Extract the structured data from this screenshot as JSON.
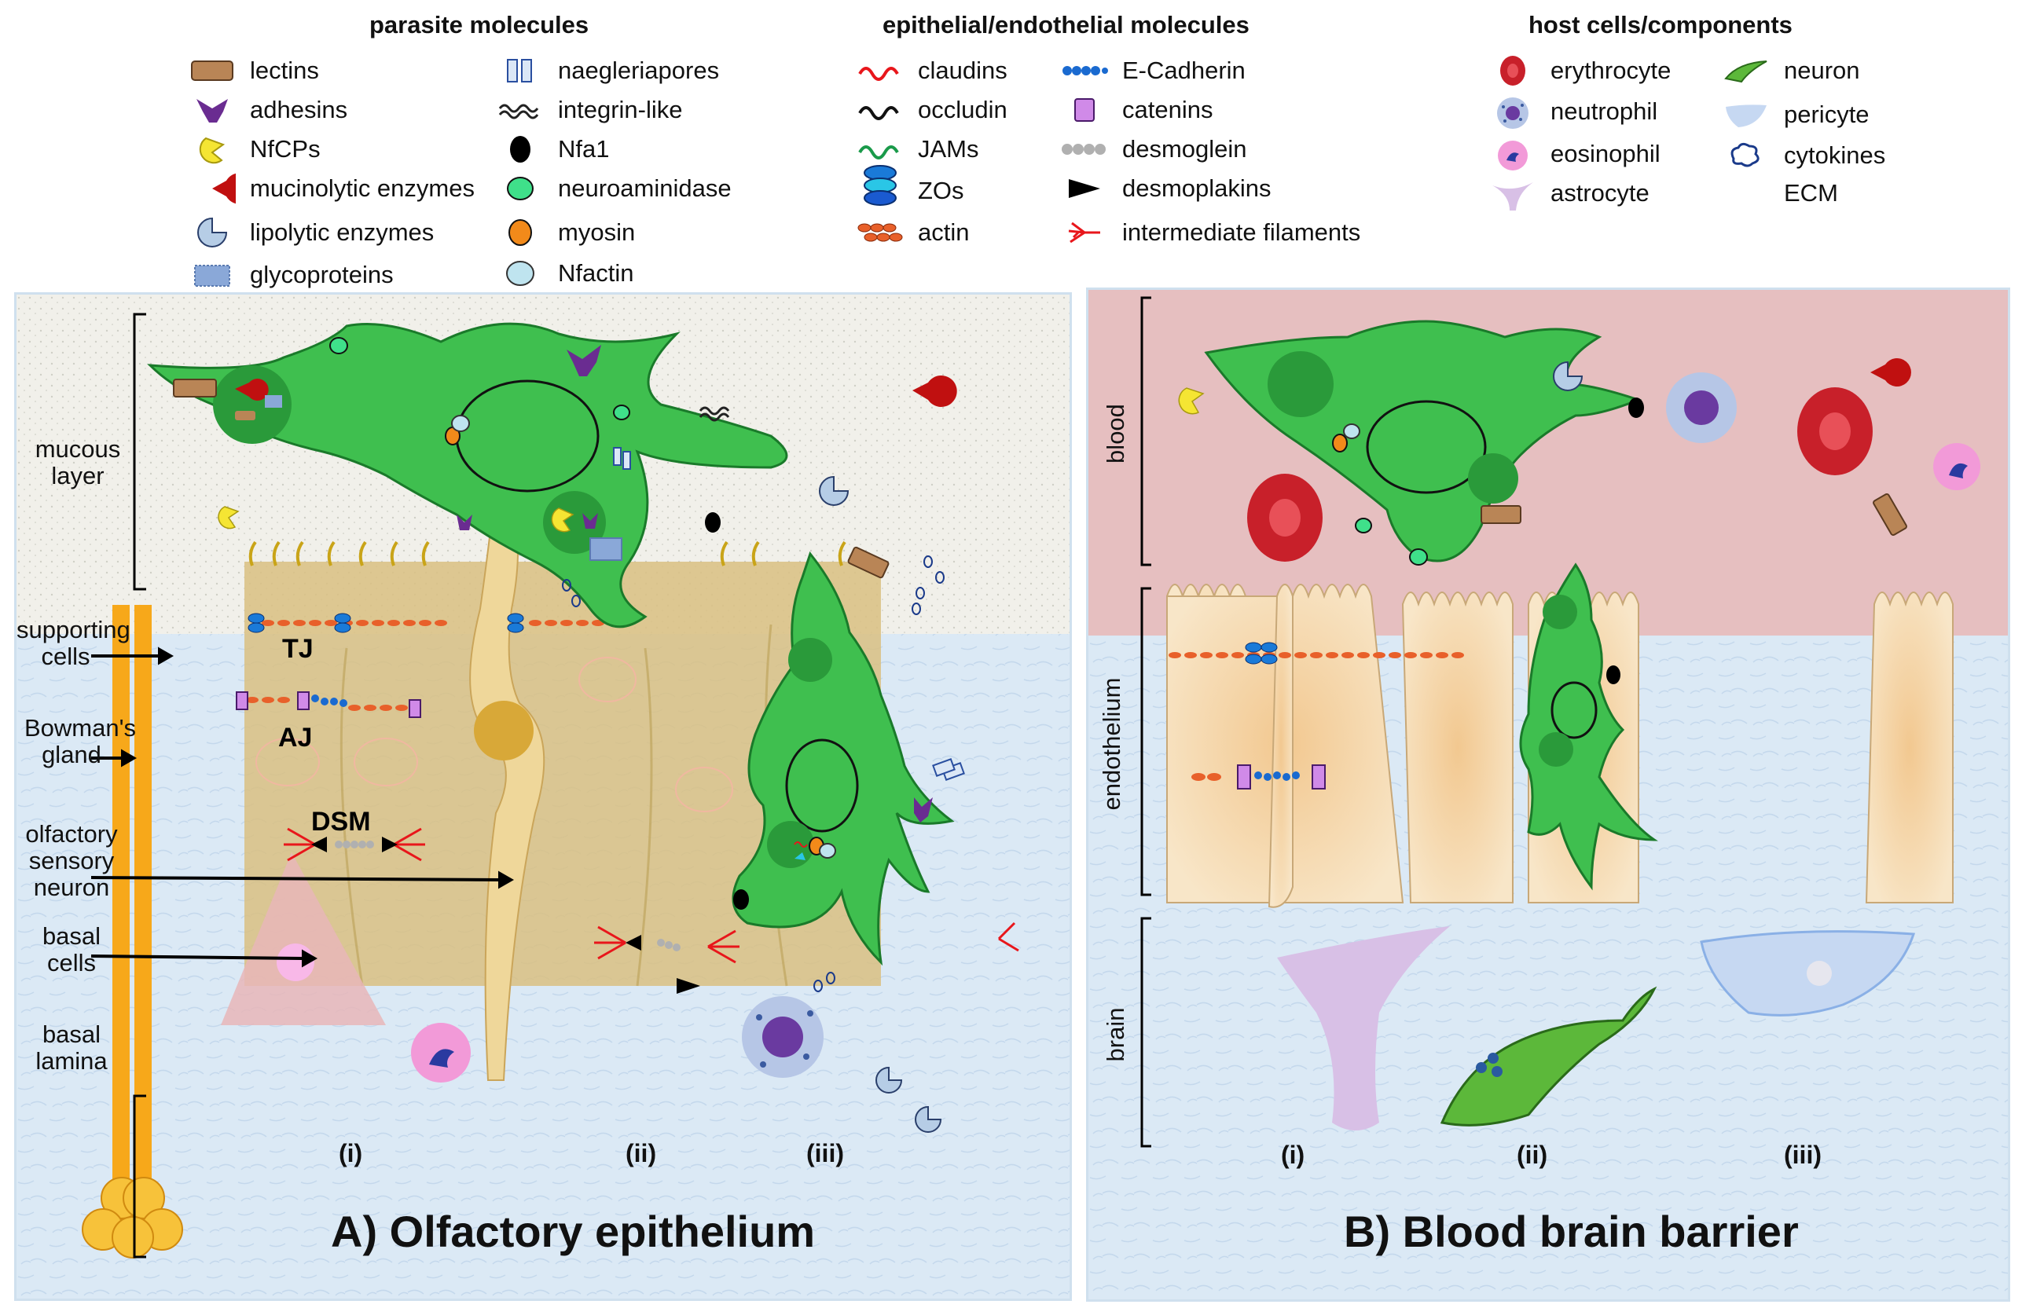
{
  "legend": {
    "parasite": {
      "heading": "parasite molecules",
      "items": [
        "lectins",
        "adhesins",
        "NfCPs",
        "mucinolytic enzymes",
        "lipolytic enzymes",
        "glycoproteins",
        "naegleriapores",
        "integrin-like",
        "Nfa1",
        "neuroaminidase",
        "myosin",
        "Nfactin"
      ]
    },
    "epithelial": {
      "heading": "epithelial/endothelial molecules",
      "items": [
        "claudins",
        "occludin",
        "JAMs",
        "ZOs",
        "actin",
        "E-Cadherin",
        "catenins",
        "desmoglein",
        "desmoplakins",
        "intermediate filaments"
      ]
    },
    "host": {
      "heading": "host cells/components",
      "items": [
        "erythrocyte",
        "neutrophil",
        "eosinophil",
        "astrocyte",
        "neuron",
        "pericyte",
        "cytokines",
        "ECM"
      ]
    }
  },
  "panel_a": {
    "title": "A) Olfactory epithelium",
    "labels": {
      "mucous": "mucous layer",
      "supporting": "supporting cells",
      "bowman": "Bowman's gland",
      "olfactory": "olfactory sensory neuron",
      "basal_cells": "basal cells",
      "basal_lamina": "basal lamina",
      "tj": "TJ",
      "aj": "AJ",
      "dsm": "DSM"
    },
    "romans": [
      "(i)",
      "(ii)",
      "(iii)"
    ]
  },
  "panel_b": {
    "title": "B) Blood brain barrier",
    "labels": {
      "blood": "blood",
      "endothelium": "endothelium",
      "brain": "brain"
    },
    "romans": [
      "(i)",
      "(ii)",
      "(iii)"
    ]
  },
  "colors": {
    "amoeba": "#3fbf4f",
    "mucus": "#f1f0ea",
    "tissue": "#d9c081",
    "blood": "#e6bfc0",
    "background_blue": "#dbe9f5",
    "endothelial_cell": "#f5dfb7"
  }
}
